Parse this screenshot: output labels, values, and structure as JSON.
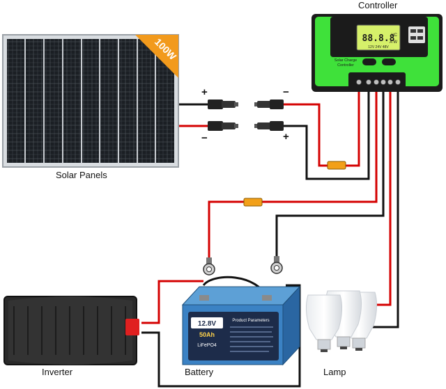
{
  "labels": {
    "controller": "Controller",
    "solar_panels": "Solar Panels",
    "inverter": "Inverter",
    "battery": "Battery",
    "lamp": "Lamp"
  },
  "panel": {
    "badge": "100W"
  },
  "connectors": {
    "panel_positive": "+",
    "panel_negative": "−",
    "extension_negative": "−",
    "extension_positive": "+"
  },
  "controller": {
    "lcd_digits": "88.8.8",
    "lcd_units": "VC",
    "lcd_units2": "A W",
    "lcd_voltage_row": "12V 24V 48V",
    "name_line1": "Solar Charge",
    "name_line2": "Controller"
  },
  "battery": {
    "spec_main": "12.8V",
    "spec_capacity": "50Ah",
    "chemistry": "LiFePO4",
    "params_title": "Product Parameters"
  },
  "colors": {
    "wire_positive": "#d40000",
    "wire_negative": "#111111",
    "fuse": "#f2a019",
    "controller_body": "#3fe13a",
    "battery_top": "#3b82c4",
    "panel_badge": "#f29a1c",
    "inverter_body": "#2a2a2a"
  }
}
